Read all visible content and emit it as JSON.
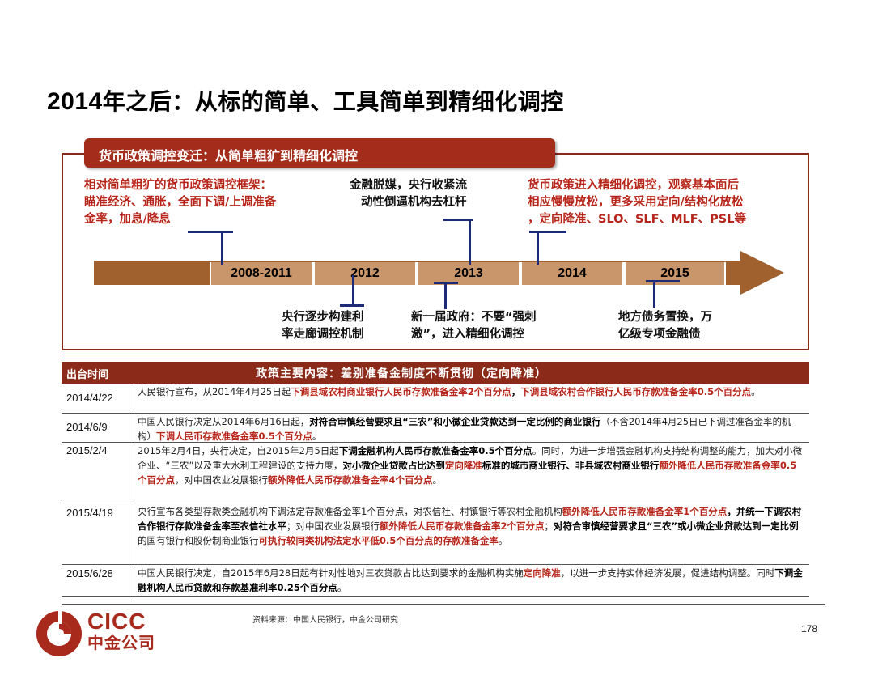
{
  "title": {
    "year": "2014",
    "rest": "年之后：从标的简单、工具简单到精细化调控"
  },
  "timeline": {
    "header": "货币政策调控变迁：从简单粗犷到精细化调控",
    "segments": [
      "2008-2011",
      "2012",
      "2013",
      "2014",
      "2015"
    ],
    "notes": {
      "n2008": [
        "相对简单粗犷的货币政策调控框架：",
        "瞄准经济、通胀，全面下调/上调准备",
        "金率，加息/降息"
      ],
      "n2012": [
        "央行逐步构建利",
        "率走廊调控机制"
      ],
      "n2013a": [
        "金融脱媒，央行收紧流",
        "动性倒逼机构去杠杆"
      ],
      "n2013b": [
        "新一届政府：不要“强刺",
        "激”，进入精细化调控"
      ],
      "n2014": [
        "货币政策进入精细化调控，观察基本面后",
        "相应慢慢放松，更多采用定向/结构化放松",
        "，定向降准、SLO、SLF、MLF、PSL等"
      ],
      "n2015": [
        "地方债务置换，万",
        "亿级专项金融债"
      ]
    }
  },
  "table": {
    "col1": "出台时间",
    "col2": "政策主要内容：差别准备金制度不断贯彻（定向降准）",
    "rows": [
      {
        "date": "2014/4/22",
        "parts": [
          [
            "n",
            "人民银行宣布，从2014年4月25日起"
          ],
          [
            "r",
            "下调县域农村商业银行人民币存款准备金率2个百分点"
          ],
          [
            "b",
            "，"
          ],
          [
            "r",
            "下调县域农村合作银行人民币存款准备金率0.5个百分点"
          ],
          [
            "n",
            "。"
          ]
        ]
      },
      {
        "date": "2014/6/9",
        "parts": [
          [
            "n",
            "中国人民银行决定从2014年6月16日起，"
          ],
          [
            "b",
            "对符合审慎经营要求且“三农”和小微企业贷款达到一定比例的商业银行"
          ],
          [
            "n",
            "（不含2014年4月25日已下调过准备金率的机构）"
          ],
          [
            "r",
            "下调人民币存款准备金率0.5个百分点"
          ],
          [
            "n",
            "。"
          ]
        ]
      },
      {
        "date": "2015/2/4",
        "parts": [
          [
            "n",
            "2015年2月4日，央行决定，自2015年2月5日起"
          ],
          [
            "b",
            "下调金融机构人民币存款准备金率0.5个百分点"
          ],
          [
            "n",
            "。同时，为进一步增强金融机构支持结构调整的能力，加大对小微企业、“三农”以及重大水利工程建设的支持力度，"
          ],
          [
            "b",
            "对小微企业贷款占比达到"
          ],
          [
            "r",
            "定向降准"
          ],
          [
            "b",
            "标准的城市商业银行、非县域农村商业银行"
          ],
          [
            "r",
            "额外降低人民币存款准备金率0.5个百分点"
          ],
          [
            "n",
            "，对中国农业发展银行"
          ],
          [
            "r",
            "额外降低人民币存款准备金率4个百分点"
          ],
          [
            "n",
            "。"
          ]
        ]
      },
      {
        "date": "2015/4/19",
        "parts": [
          [
            "n",
            "央行宣布各类型存款类金融机构下调法定存款准备金率1个百分点，对农信社、村镇银行等农村金融机构"
          ],
          [
            "r",
            "额外降低人民币存款准备金率1个百分点"
          ],
          [
            "b",
            "，并统一下调农村合作银行存款准备金率至农信社水平"
          ],
          [
            "n",
            "；对中国农业发展银行"
          ],
          [
            "r",
            "额外降低人民币存款准备金率2个百分点"
          ],
          [
            "n",
            "；"
          ],
          [
            "b",
            "对符合审慎经营要求且“三农”或小微企业贷款达到一定比例"
          ],
          [
            "n",
            "的国有银行和股份制商业银行"
          ],
          [
            "r",
            "可执行较同类机构法定水平低0.5个百分点的存款准备金率"
          ],
          [
            "n",
            "。"
          ]
        ]
      },
      {
        "date": "2015/6/28",
        "parts": [
          [
            "n",
            "中国人民银行决定，自2015年6月28日起有针对性地对三农贷款占比达到要求的金融机构实施"
          ],
          [
            "r",
            "定向降准"
          ],
          [
            "n",
            "，以进一步支持实体经济发展，促进结构调整。同时"
          ],
          [
            "b",
            "下调金融机构人民币贷款和存款基准利率0.25个百分点"
          ],
          [
            "n",
            "。"
          ]
        ]
      }
    ]
  },
  "source": "资料来源：中国人民银行，中金公司研究",
  "page_number": "178",
  "logo": {
    "en": "CICC",
    "cn": "中金公司"
  },
  "colors": {
    "brand_red": "#a42c1a",
    "arrow_brown": "#a0612e",
    "segment_tan": "#c8966a",
    "connector_blue": "#1d2a78",
    "highlight_red": "#b8251a"
  }
}
